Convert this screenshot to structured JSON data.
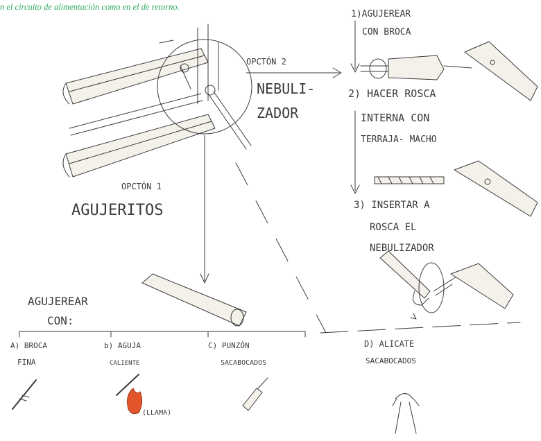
{
  "caption": "n el circuito de alimentación como en el de retorno.",
  "option2": {
    "label": "OPCTÓN 2",
    "title_line1": "NEBULI-",
    "title_line2": "ZADOR",
    "step1_line1": "1)AGUJEREAR",
    "step1_line2": "CON BROCA",
    "step2_line1": "2) HACER ROSCA",
    "step2_line2": "INTERNA CON",
    "step2_line3": "TERRAJA- MACHO",
    "step3_line1": "3) INSERTAR A",
    "step3_line2": "ROSCA EL",
    "step3_line3": "NEBULIZADOR"
  },
  "option1": {
    "label": "OPCTÓN 1",
    "title": "AGUJERITOS",
    "heading_line1": "AGUJEREAR",
    "heading_line2": "CON:",
    "tool_a_line1": "A) BROCA",
    "tool_a_line2": "FINA",
    "tool_b_line1": "b) AGUJA",
    "tool_b_line2": "CALIENTE",
    "tool_b_note": "(LLAMA)",
    "tool_c_line1": "C) PUNZÓN",
    "tool_c_line2": "SACABOCADOS",
    "tool_d_line1": "D) ALICATE",
    "tool_d_line2": "SACABOCADOS"
  },
  "colors": {
    "ink": "#3a3a3a",
    "caption": "#2aa860",
    "flame": "#e2552a",
    "background": "#ffffff"
  }
}
